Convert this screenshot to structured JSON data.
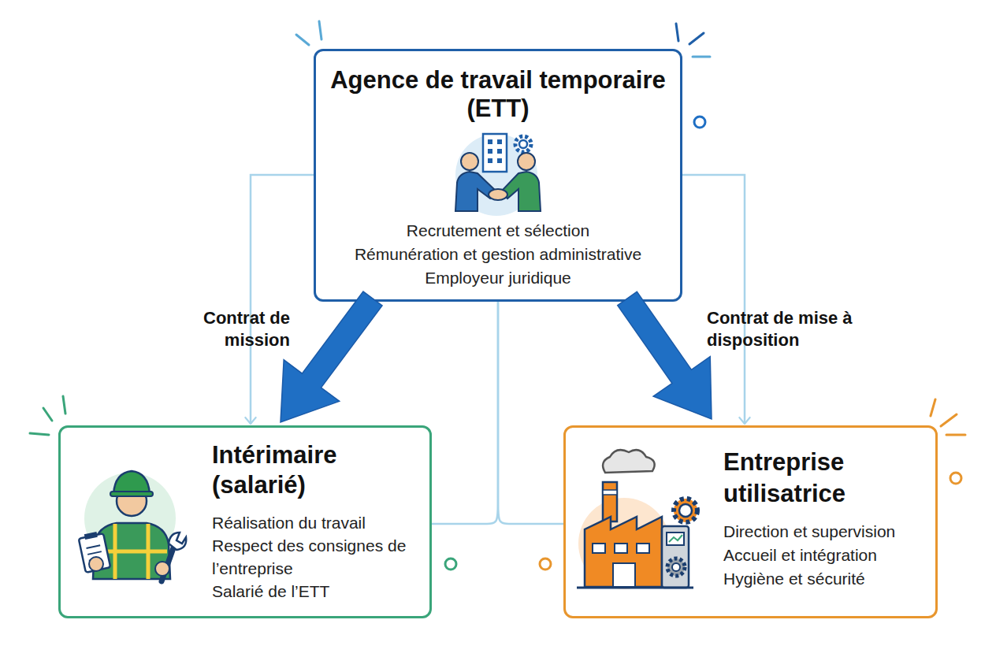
{
  "diagram": {
    "nodes": [
      {
        "text": [
          "Agence de travail temporaire (ETT)",
          "Recrutement et sélection",
          "Rémunération et gestion administrative",
          "Employeur juridique"
        ]
      },
      {
        "text": [
          "Intérimaire (salarié)",
          "Réalisation du travail",
          "Respect des consignes de l’entreprise",
          "Salarié de l’ETT"
        ]
      },
      {
        "text": [
          "Entreprise utilisatrice",
          "Direction et supervision",
          "Accueil et intégration",
          "Hygiène et sécurité"
        ]
      }
    ],
    "edges": [
      {
        "from": 0,
        "to": 1,
        "arrow": "to",
        "label": "Contrat de mission"
      },
      {
        "from": 0,
        "to": 2,
        "arrow": "to",
        "label": "Contrat de mise à disposition"
      },
      {
        "from": 0,
        "to": 1,
        "arrow": "to"
      },
      {
        "from": 0,
        "to": 2,
        "arrow": "to"
      },
      {
        "from": 0,
        "to": 1,
        "arrow": "none"
      },
      {
        "from": 0,
        "to": 2,
        "arrow": "none"
      }
    ]
  }
}
